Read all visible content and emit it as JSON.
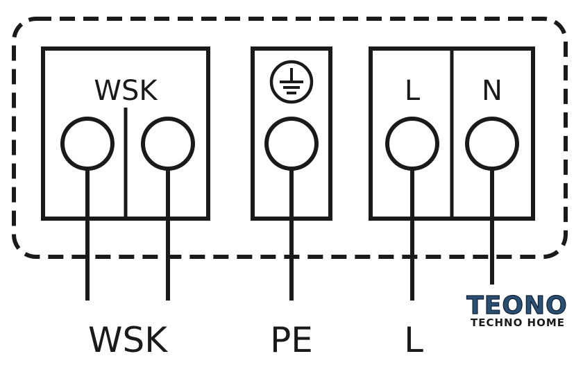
{
  "diagram": {
    "title": "Pump terminal box wiring",
    "terminal_labels": {
      "wsk": "WSK",
      "l": "L",
      "n": "N"
    },
    "wire_labels": {
      "wsk": "WSK",
      "pe": "PE",
      "l": "L"
    },
    "icons": {
      "earth": "protective-earth-icon"
    }
  },
  "logo": {
    "brand": "TEONO",
    "tagline": "TECHNO HOME",
    "color": "#2a4f73"
  },
  "colors": {
    "line": "#1a1a1a",
    "background": "#ffffff"
  }
}
